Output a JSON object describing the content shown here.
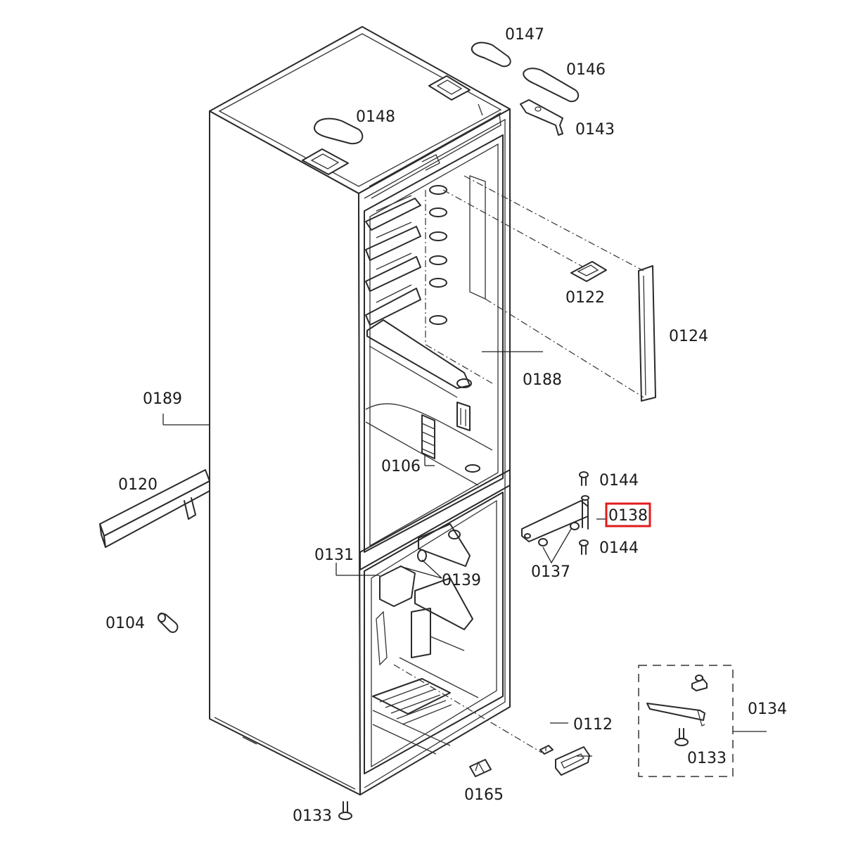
{
  "labels": {
    "p0147": "0147",
    "p0146": "0146",
    "p0143": "0143",
    "p0148": "0148",
    "p0122": "0122",
    "p0124": "0124",
    "p0188": "0188",
    "p0189": "0189",
    "p0106": "0106",
    "p0120": "0120",
    "p0144a": "0144",
    "p0138": "0138",
    "p0144b": "0144",
    "p0137": "0137",
    "p0131": "0131",
    "p0139": "0139",
    "p0104": "0104",
    "p0134": "0134",
    "p0112": "0112",
    "p0133a": "0133",
    "p0165": "0165",
    "p0133b": "0133"
  },
  "highlight": {
    "part": "0138",
    "color": "#e01b1b"
  }
}
